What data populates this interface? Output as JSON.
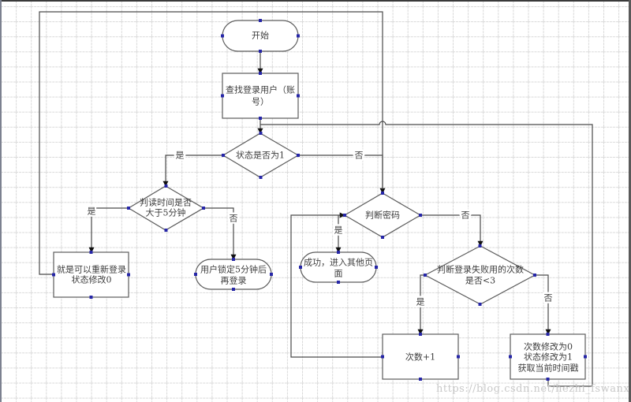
{
  "nodes": {
    "start": {
      "type": "terminal",
      "lines": [
        "开始"
      ]
    },
    "find_user": {
      "type": "process",
      "lines": [
        "查找登录用户（账",
        "号）"
      ]
    },
    "check_status": {
      "type": "decision",
      "lines": [
        "状态是否为1"
      ]
    },
    "check_time": {
      "type": "decision",
      "lines": [
        "判读时间是否",
        "大于5分钟"
      ]
    },
    "reset_login": {
      "type": "process",
      "lines": [
        "就是可以重新登录",
        "状态修改0"
      ]
    },
    "locked": {
      "type": "terminal",
      "lines": [
        "用户锁定5分钟后",
        "再登录"
      ]
    },
    "check_password": {
      "type": "decision",
      "lines": [
        "判断密码"
      ]
    },
    "success": {
      "type": "terminal",
      "lines": [
        "成功，进入其他页",
        "面"
      ]
    },
    "check_failures": {
      "type": "decision",
      "lines": [
        "判断登录失败用的次数",
        "是否<3"
      ]
    },
    "increment": {
      "type": "process",
      "lines": [
        "次数+1"
      ]
    },
    "lock_update": {
      "type": "process",
      "lines": [
        "次数修改为0",
        "状态修改为1",
        "获取当前时间戳"
      ]
    }
  },
  "edges": {
    "start_to_find": {
      "from": "start",
      "to": "find_user",
      "label": ""
    },
    "find_to_status": {
      "from": "find_user",
      "to": "check_status",
      "label": ""
    },
    "status_yes": {
      "from": "check_status",
      "to": "check_time",
      "label": "是"
    },
    "status_no": {
      "from": "check_status",
      "to": "check_password",
      "label": "否"
    },
    "time_yes": {
      "from": "check_time",
      "to": "reset_login",
      "label": "是"
    },
    "time_no": {
      "from": "check_time",
      "to": "locked",
      "label": "否"
    },
    "reset_to_password": {
      "from": "reset_login",
      "to": "check_password",
      "label": ""
    },
    "password_yes": {
      "from": "check_password",
      "to": "success",
      "label": "是"
    },
    "password_no": {
      "from": "check_password",
      "to": "check_failures",
      "label": "否"
    },
    "failures_yes": {
      "from": "check_failures",
      "to": "increment",
      "label": "是"
    },
    "failures_no": {
      "from": "check_failures",
      "to": "lock_update",
      "label": "否"
    },
    "increment_to_password": {
      "from": "increment",
      "to": "check_password",
      "label": ""
    },
    "lock_update_to_status": {
      "from": "lock_update",
      "to": "check_status",
      "label": ""
    }
  },
  "colors": {
    "connection_point": "#2626a8",
    "line": "#4a4a4a",
    "grid": "#d9d9d9"
  },
  "watermark": "https://blog.csdn.net/hezhi_fswanxj"
}
